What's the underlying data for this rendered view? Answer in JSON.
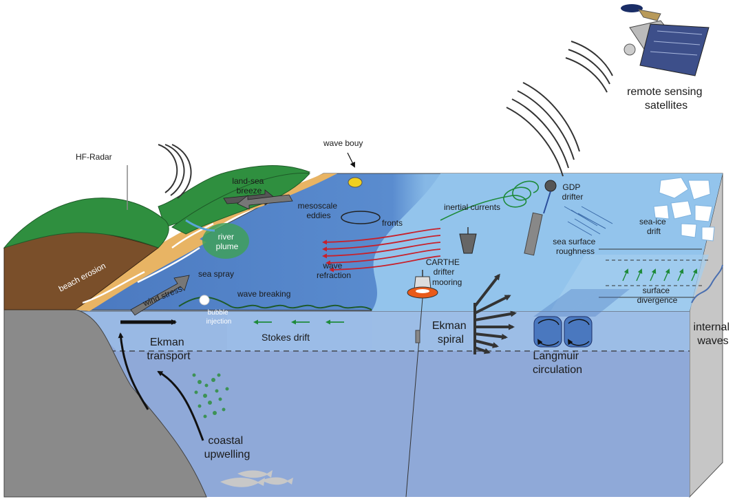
{
  "labels": {
    "remote_sensing": [
      "remote sensing",
      "satellites"
    ],
    "hf_radar": "HF-Radar",
    "wave_bouy": "wave bouy",
    "land_sea_breeze": [
      "land-sea",
      "breeze"
    ],
    "mesoscale_eddies": [
      "mesoscale",
      "eddies"
    ],
    "fronts": "fronts",
    "inertial_currents": "inertial currents",
    "gdp_drifter": [
      "GDP",
      "drifter"
    ],
    "sea_ice_drift": [
      "sea-ice",
      "drift"
    ],
    "river_plume": [
      "river",
      "plume"
    ],
    "beach_erosion": "beach erosion",
    "sea_spray": "sea spray",
    "wind_stress": "wind stress",
    "wave_refraction": [
      "wave",
      "refraction"
    ],
    "carthe_drifter": [
      "CARTHE",
      "drifter"
    ],
    "sea_surface_roughness": [
      "sea surface",
      "roughness"
    ],
    "surface_divergence": [
      "surface",
      "divergence"
    ],
    "mooring": "mooring",
    "wave_breaking": "wave breaking",
    "bubble_injection": [
      "bubble",
      "injection"
    ],
    "stokes_drift": "Stokes drift",
    "ekman_transport": [
      "Ekman",
      "transport"
    ],
    "ekman_spiral": [
      "Ekman",
      "spiral"
    ],
    "langmuir_circulation": [
      "Langmuir",
      "circulation"
    ],
    "internal_waves": [
      "internal",
      "waves"
    ],
    "coastal_upwelling": [
      "coastal",
      "upwelling"
    ]
  },
  "colors": {
    "ocean_surface_deep": "#4f7fc3",
    "ocean_surface_light": "#8ec0e8",
    "water_front": "#8fa9d8",
    "water_front_upper": "#9bbce6",
    "land_grey": "#8c8c8c",
    "seafloor_grey": "#c8c8c8",
    "land_green": "#2f8f3f",
    "soil_brown": "#7a4f2a",
    "sand": "#e8b464",
    "wave_red": "#c8202a",
    "current_green": "#1e8a3a",
    "arrow_dark": "#333333"
  }
}
